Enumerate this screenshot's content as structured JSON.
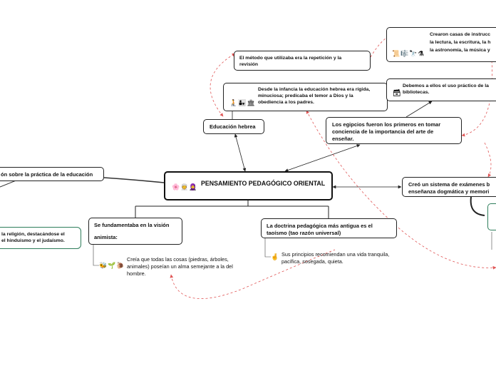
{
  "central": {
    "title": "PENSAMIENTO PEDAGÓGICO ORIENTAL",
    "emojis": "🌸👳🧕"
  },
  "left_practice": {
    "label": "ón sobre la práctica de la educación"
  },
  "left_religion": {
    "label": "la religión, destacándose el\nel hinduismo y el judaísmo."
  },
  "animista": {
    "label": "Se fundamentaba en la visión\n\nanimista:"
  },
  "animista_detail": {
    "text": "Creía que todas las cosas (piedras, árboles,\nanimales) poseían un alma semejante a la del\nhombre.",
    "emojis": "🐝🌱🐌"
  },
  "taoismo": {
    "label": "La doctrina pedagógica más antigua es el\ntaoísmo (tao razón universal)"
  },
  "taoismo_detail": {
    "text": "Sus principios recomiendan una vida tranquila,\npacífica, sosegada, quieta.",
    "emojis": "🤞"
  },
  "hebrea": {
    "label": "Educación hebrea"
  },
  "hebrea_detail": {
    "text": "Desde la infancia la educación hebrea era rígida,\nminuciosa; predicaba el temor a Dios y la\nobediencia a los padres.",
    "emojis": "🧎👨‍👧🏛"
  },
  "metodo": {
    "label": "El método que utilizaba era la repetición y la\nrevisión"
  },
  "egipcios": {
    "label": "Los egipcios fueron los primeros en tomar\nconciencia de la importancia del arte de\nenseñar."
  },
  "casas": {
    "text": "Crearon casas de instrucc\nla lectura, la escritura, la h\nla astronomía, la música y",
    "emojis": "📜🎼🔭⚗"
  },
  "bibliotecas": {
    "text": "Debemos a ellos el uso práctico de la\nbibliotecas.",
    "emojis": "🗃"
  },
  "examenes": {
    "label": "Creó un sistema de exámenes b\nenseñanza dogmática y memori"
  }
}
